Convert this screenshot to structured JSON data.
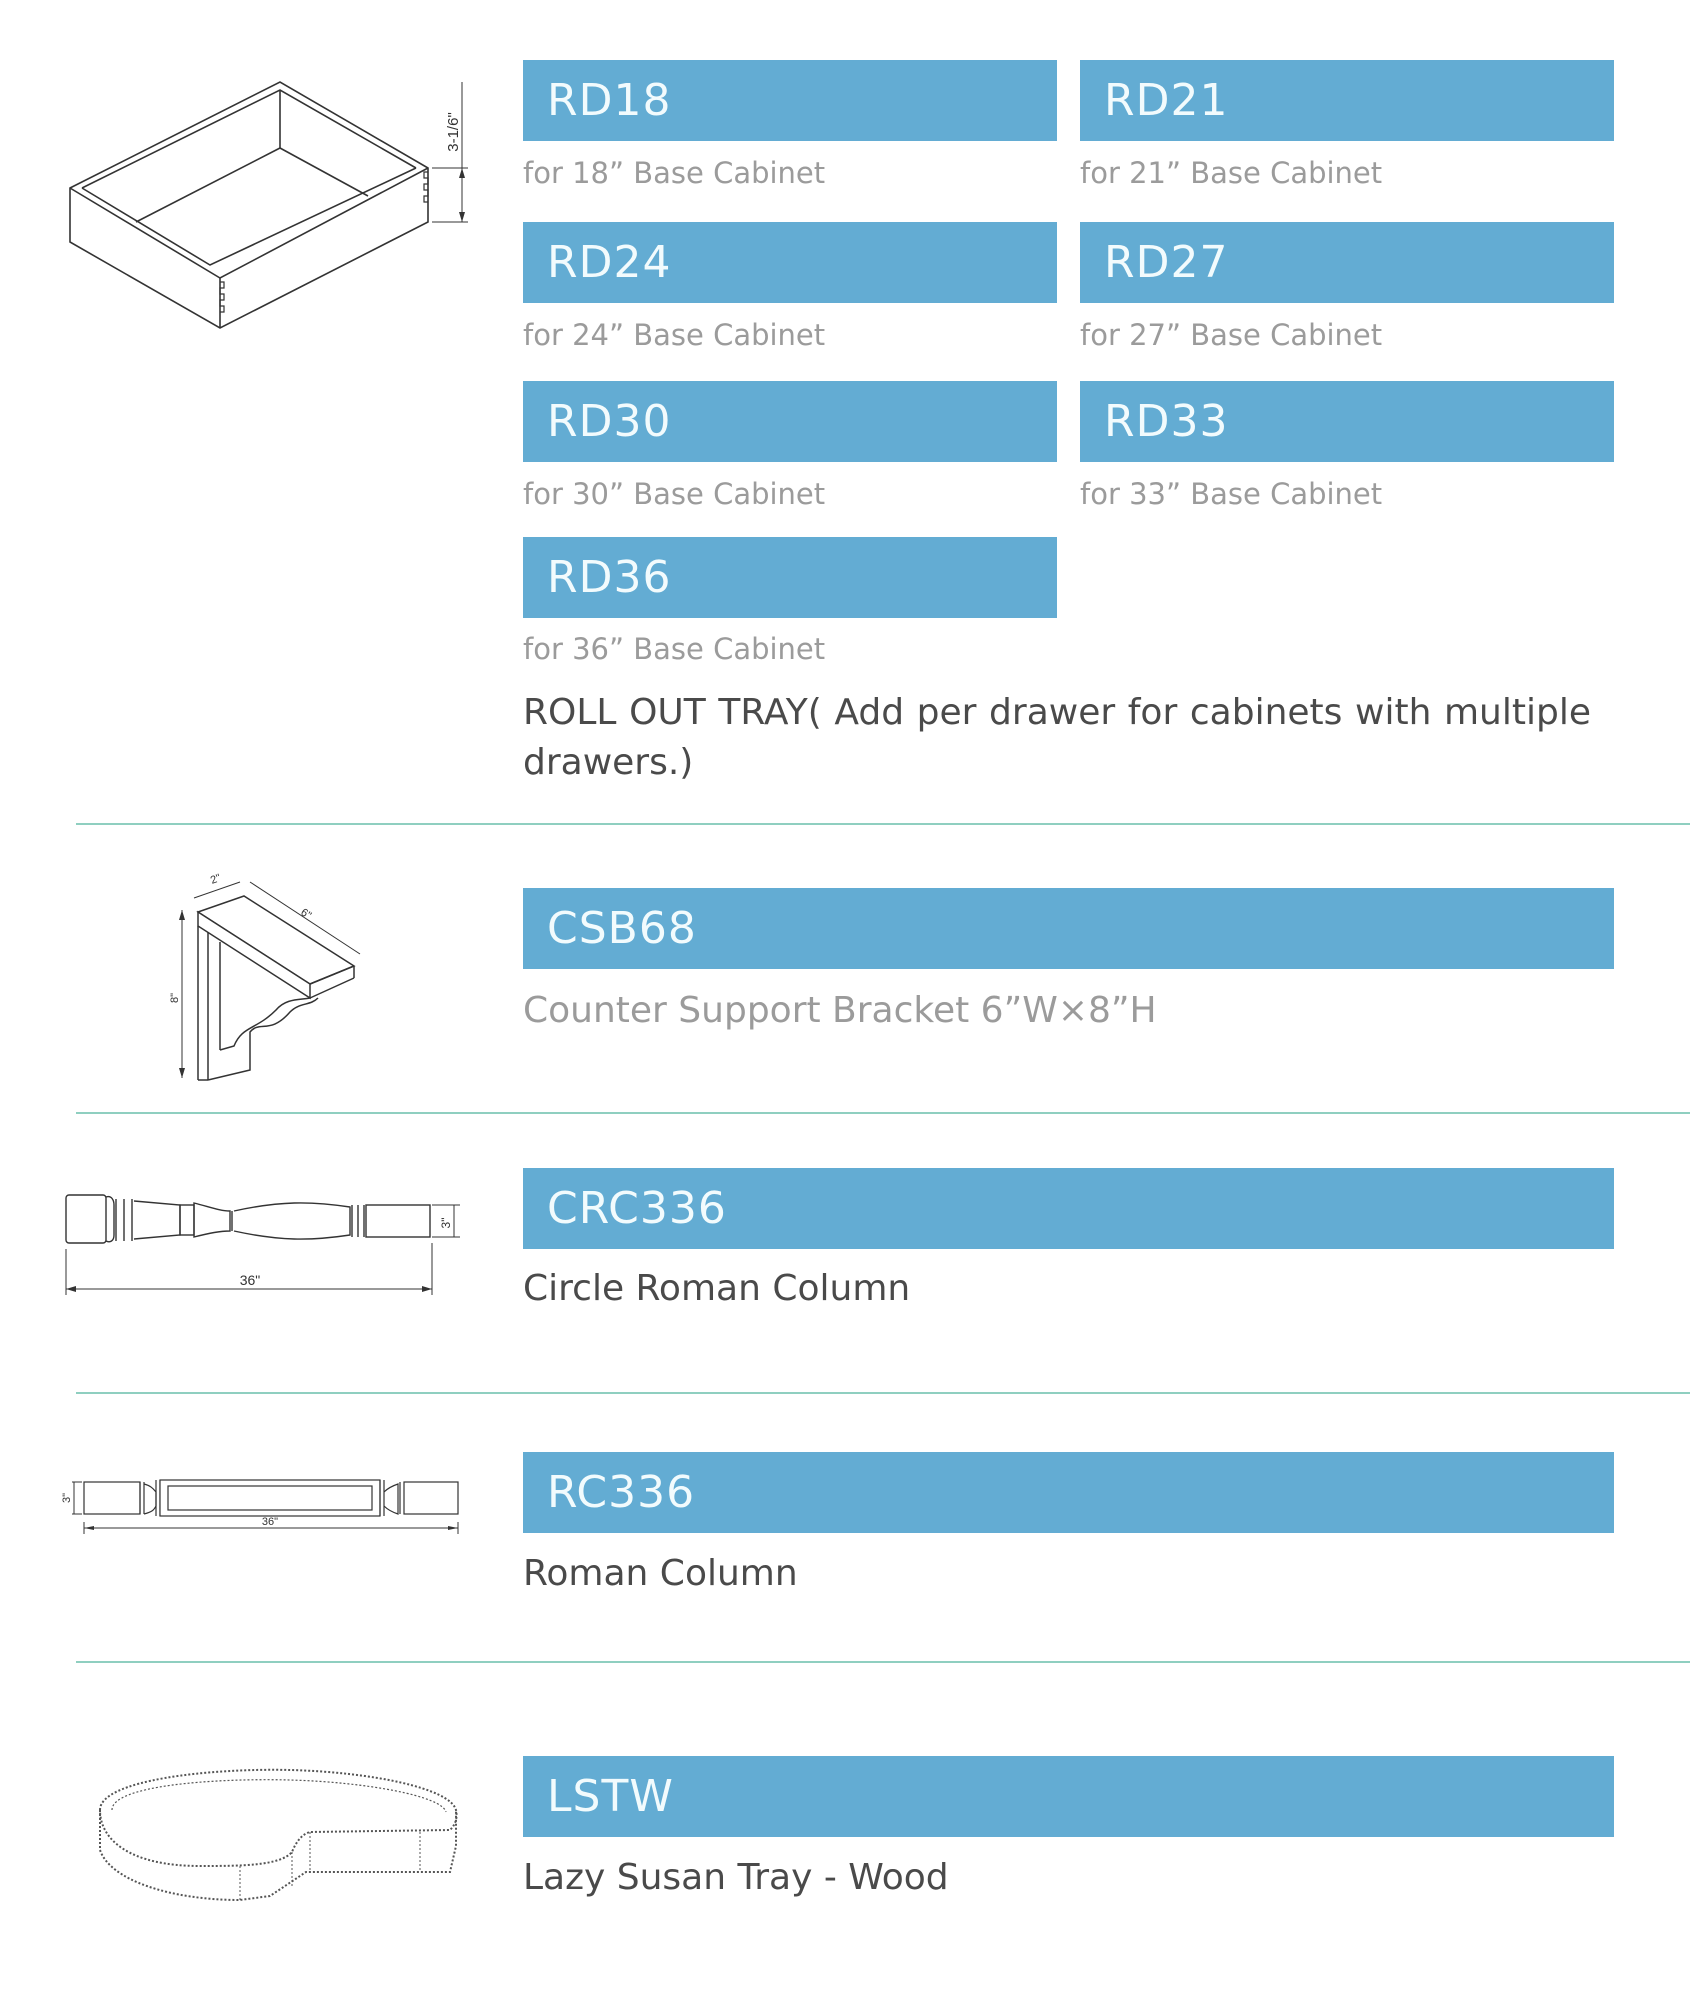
{
  "sections": {
    "roll_out_trays": {
      "items": [
        {
          "code": "RD18",
          "description": "for 18” Base Cabinet"
        },
        {
          "code": "RD21",
          "description": "for 21” Base Cabinet"
        },
        {
          "code": "RD24",
          "description": "for 24” Base Cabinet"
        },
        {
          "code": "RD27",
          "description": "for 27” Base Cabinet"
        },
        {
          "code": "RD30",
          "description": "for 30” Base Cabinet"
        },
        {
          "code": "RD33",
          "description": "for 33” Base Cabinet"
        },
        {
          "code": "RD36",
          "description": "for 36” Base Cabinet"
        }
      ],
      "note": "ROLL OUT TRAY( Add per drawer for cabinets with multiple drawers.)",
      "drawing": {
        "height_label": "3-1/6\""
      }
    },
    "counter_support_bracket": {
      "code": "CSB68",
      "description": "Counter Support Bracket 6”W×8”H",
      "drawing": {
        "depth_label": "2\"",
        "width_label": "6\"",
        "height_label": "8\""
      }
    },
    "circle_roman_column": {
      "code": "CRC336",
      "description": "Circle Roman Column",
      "drawing": {
        "length_label": "36\"",
        "height_label": "3\""
      }
    },
    "roman_column": {
      "code": "RC336",
      "description": "Roman Column",
      "drawing": {
        "length_label": "36\"",
        "height_label": "3\""
      }
    },
    "lazy_susan": {
      "code": "LSTW",
      "description": "Lazy Susan Tray - Wood"
    }
  },
  "colors": {
    "bar": "#63acd3",
    "bar_text": "#f2fbfd",
    "divider": "#8fcfc0",
    "desc_gray": "#9b9b9b",
    "desc_dark": "#4a4a4a"
  }
}
